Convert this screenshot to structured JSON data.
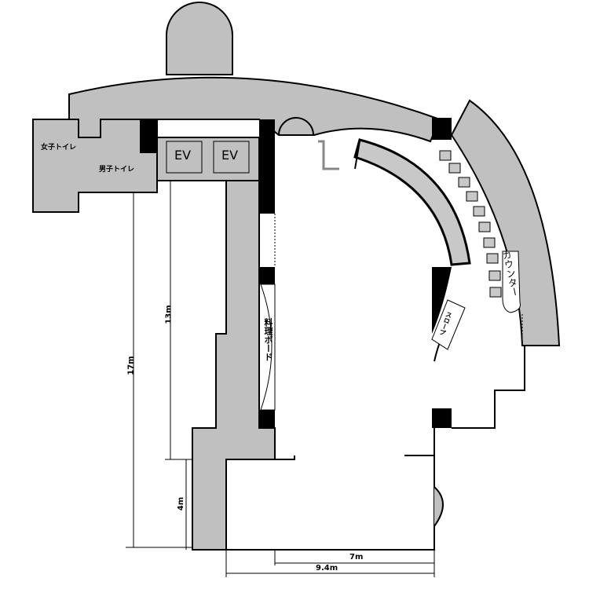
{
  "rooms": {
    "womens_toilet": "女子トイレ",
    "mens_toilet": "男子トイレ",
    "elevator_1": "EV",
    "elevator_2": "EV",
    "counter": "カウンター",
    "slope": "スロープ",
    "food_board": "料理ボード"
  },
  "dimensions": {
    "d17": "17m",
    "d13": "13m",
    "d4": "4m",
    "d7": "7m",
    "d9_4": "9.4m"
  },
  "colors": {
    "floor_gray": "#c0c0c0",
    "wall": "#000000",
    "background": "#ffffff"
  }
}
